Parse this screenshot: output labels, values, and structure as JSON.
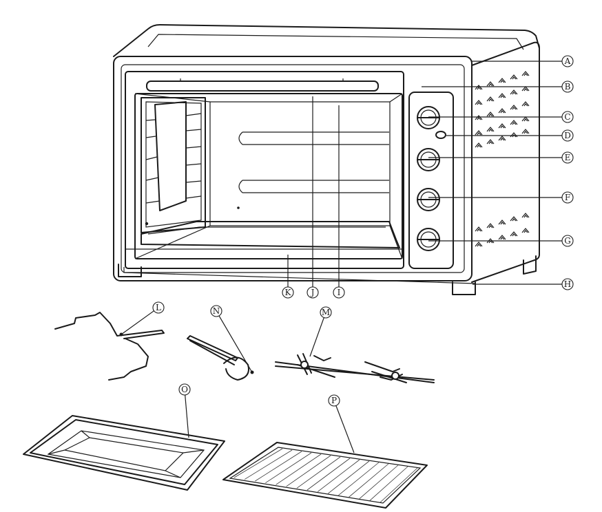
{
  "diagram": {
    "callouts": [
      {
        "id": "A",
        "label": "A"
      },
      {
        "id": "B",
        "label": "B"
      },
      {
        "id": "C",
        "label": "C"
      },
      {
        "id": "D",
        "label": "D"
      },
      {
        "id": "E",
        "label": "E"
      },
      {
        "id": "F",
        "label": "F"
      },
      {
        "id": "G",
        "label": "G"
      },
      {
        "id": "H",
        "label": "H"
      },
      {
        "id": "I",
        "label": "I"
      },
      {
        "id": "J",
        "label": "J"
      },
      {
        "id": "K",
        "label": "K"
      },
      {
        "id": "L",
        "label": "L"
      },
      {
        "id": "M",
        "label": "M"
      },
      {
        "id": "N",
        "label": "N"
      },
      {
        "id": "O",
        "label": "O"
      },
      {
        "id": "P",
        "label": "P"
      }
    ],
    "colors": {
      "line": "#1a1a1a",
      "background": "#ffffff"
    }
  }
}
